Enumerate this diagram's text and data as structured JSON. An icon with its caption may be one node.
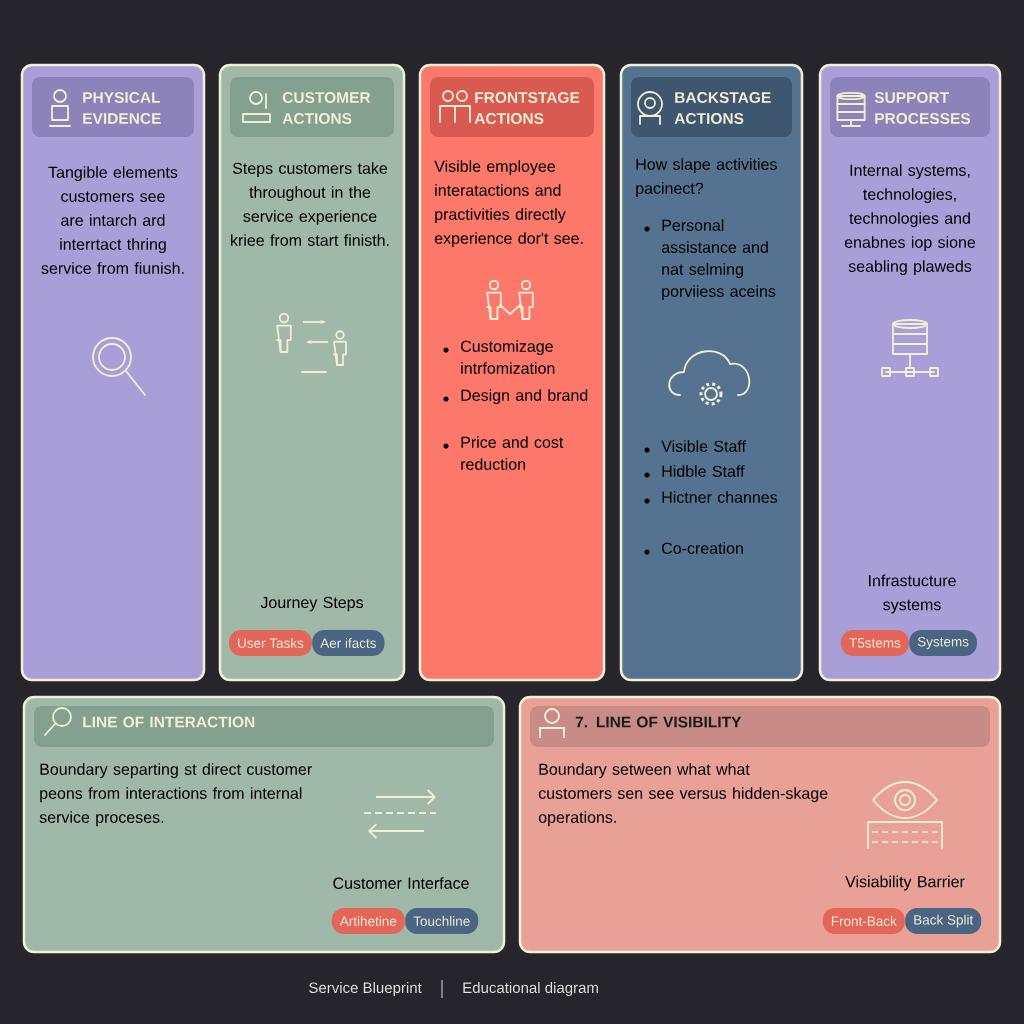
{
  "diagram": {
    "nodes": [
      {
        "text": [
          "PHYSICAL EVIDENCE",
          "Tangible elements customers see are intarch ard interrtact thring service from fiunish."
        ]
      },
      {
        "text": [
          "CUSTOMER ACTIONS",
          "Steps customers take throughout in the service experience kriee from start finisth.",
          "Journey Steps"
        ]
      },
      {
        "text": [
          "User Tasks"
        ],
        "in": 1
      },
      {
        "text": [
          "Aer ifacts"
        ],
        "in": 1
      },
      {
        "text": [
          "FRONTSTAGE ACTIONS",
          "Visible employee interatactions and practivities directly experience dor't see.",
          "Customizage intrfomization",
          "Design and brand",
          "Price and cost reduction"
        ]
      },
      {
        "text": [
          "BACKSTAGE ACTIONS",
          "How slape activities pacinect?",
          "Personal assistance and nat selming porviiess aceins",
          "Visible Staff",
          "Hidble Staff",
          "Hictner channes",
          "Co-creation"
        ]
      },
      {
        "text": [
          "SUPPORT PROCESSES",
          "Internal systems, technologies, technologies and enabnes iop sione seabling plaweds",
          "Infrastucture systems"
        ]
      },
      {
        "text": [
          "T5stems"
        ],
        "in": 6
      },
      {
        "text": [
          "Systems"
        ],
        "in": 6
      },
      {
        "text": [
          "LINE OF INTERACTION",
          "Boundary separting st direct customer peons from interactions from internal service proceses.",
          "Customer Interface"
        ]
      },
      {
        "text": [
          "Artihetine"
        ],
        "in": 9
      },
      {
        "text": [
          "Touchline"
        ],
        "in": 9
      },
      {
        "text": [
          "7. LINE OF VISIBILITY",
          "Boundary setween what what customers sen see versus hidden-skage operations.",
          "Visiability Barrier"
        ]
      },
      {
        "text": [
          "Front-Back"
        ],
        "in": 12
      },
      {
        "text": [
          "Back Split"
        ],
        "in": 12
      }
    ],
    "labels": [
      "Service Blueprint",
      "Educational diagram"
    ]
  }
}
